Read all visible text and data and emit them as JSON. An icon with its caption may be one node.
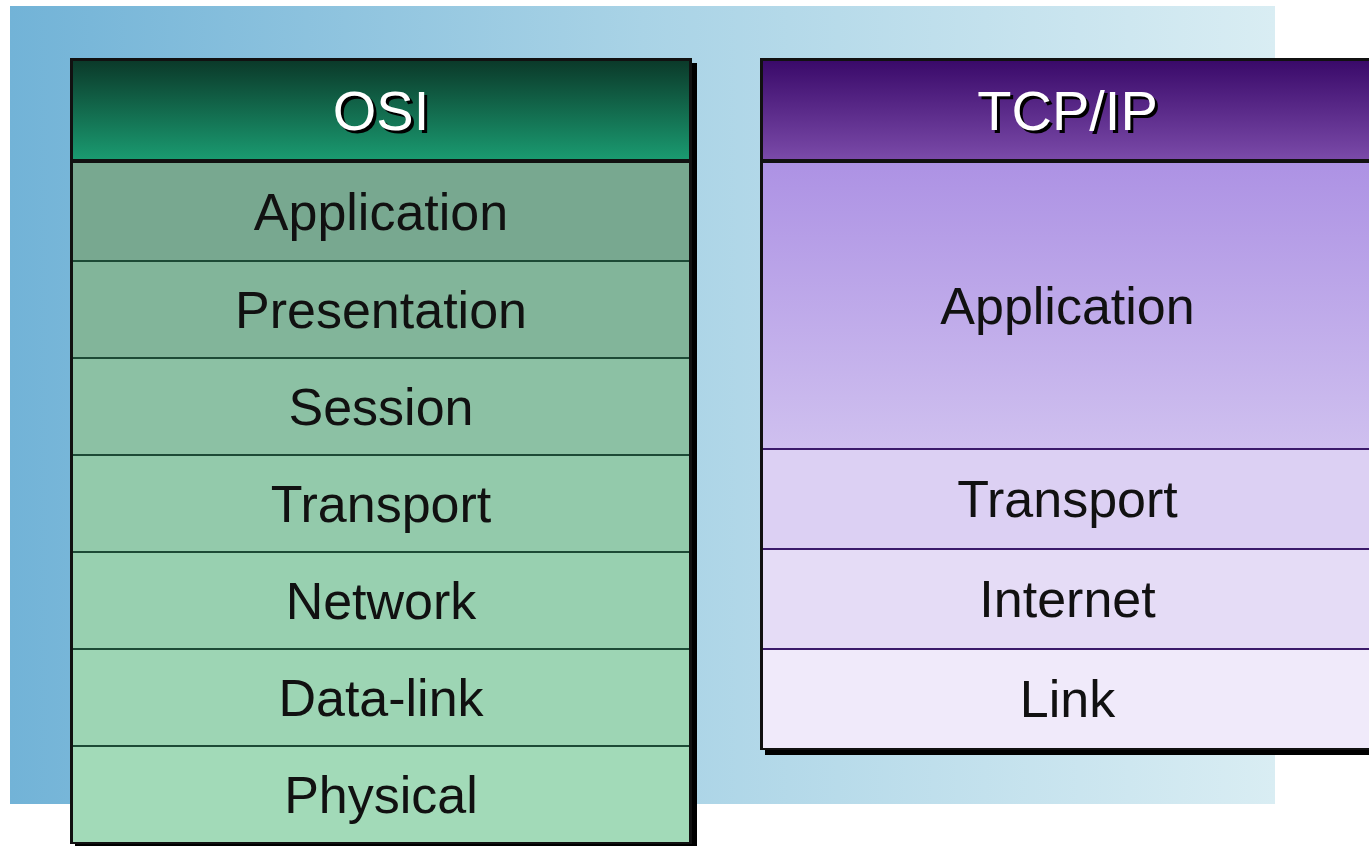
{
  "diagram": {
    "nodes": [
      {
        "text": [
          "OSI"
        ]
      },
      {
        "text": [
          "Application"
        ],
        "in": 0
      },
      {
        "text": [
          "Presentation"
        ],
        "in": 0
      },
      {
        "text": [
          "Session"
        ],
        "in": 0
      },
      {
        "text": [
          "Transport"
        ],
        "in": 0
      },
      {
        "text": [
          "Network"
        ],
        "in": 0
      },
      {
        "text": [
          "Data-link"
        ],
        "in": 0
      },
      {
        "text": [
          "Physical"
        ],
        "in": 0
      },
      {
        "text": [
          "TCP/IP"
        ]
      },
      {
        "text": [
          "Application"
        ],
        "in": 8
      },
      {
        "text": [
          "Transport"
        ],
        "in": 8
      },
      {
        "text": [
          "Internet"
        ],
        "in": 8
      },
      {
        "text": [
          "Link"
        ],
        "in": 8
      }
    ]
  }
}
